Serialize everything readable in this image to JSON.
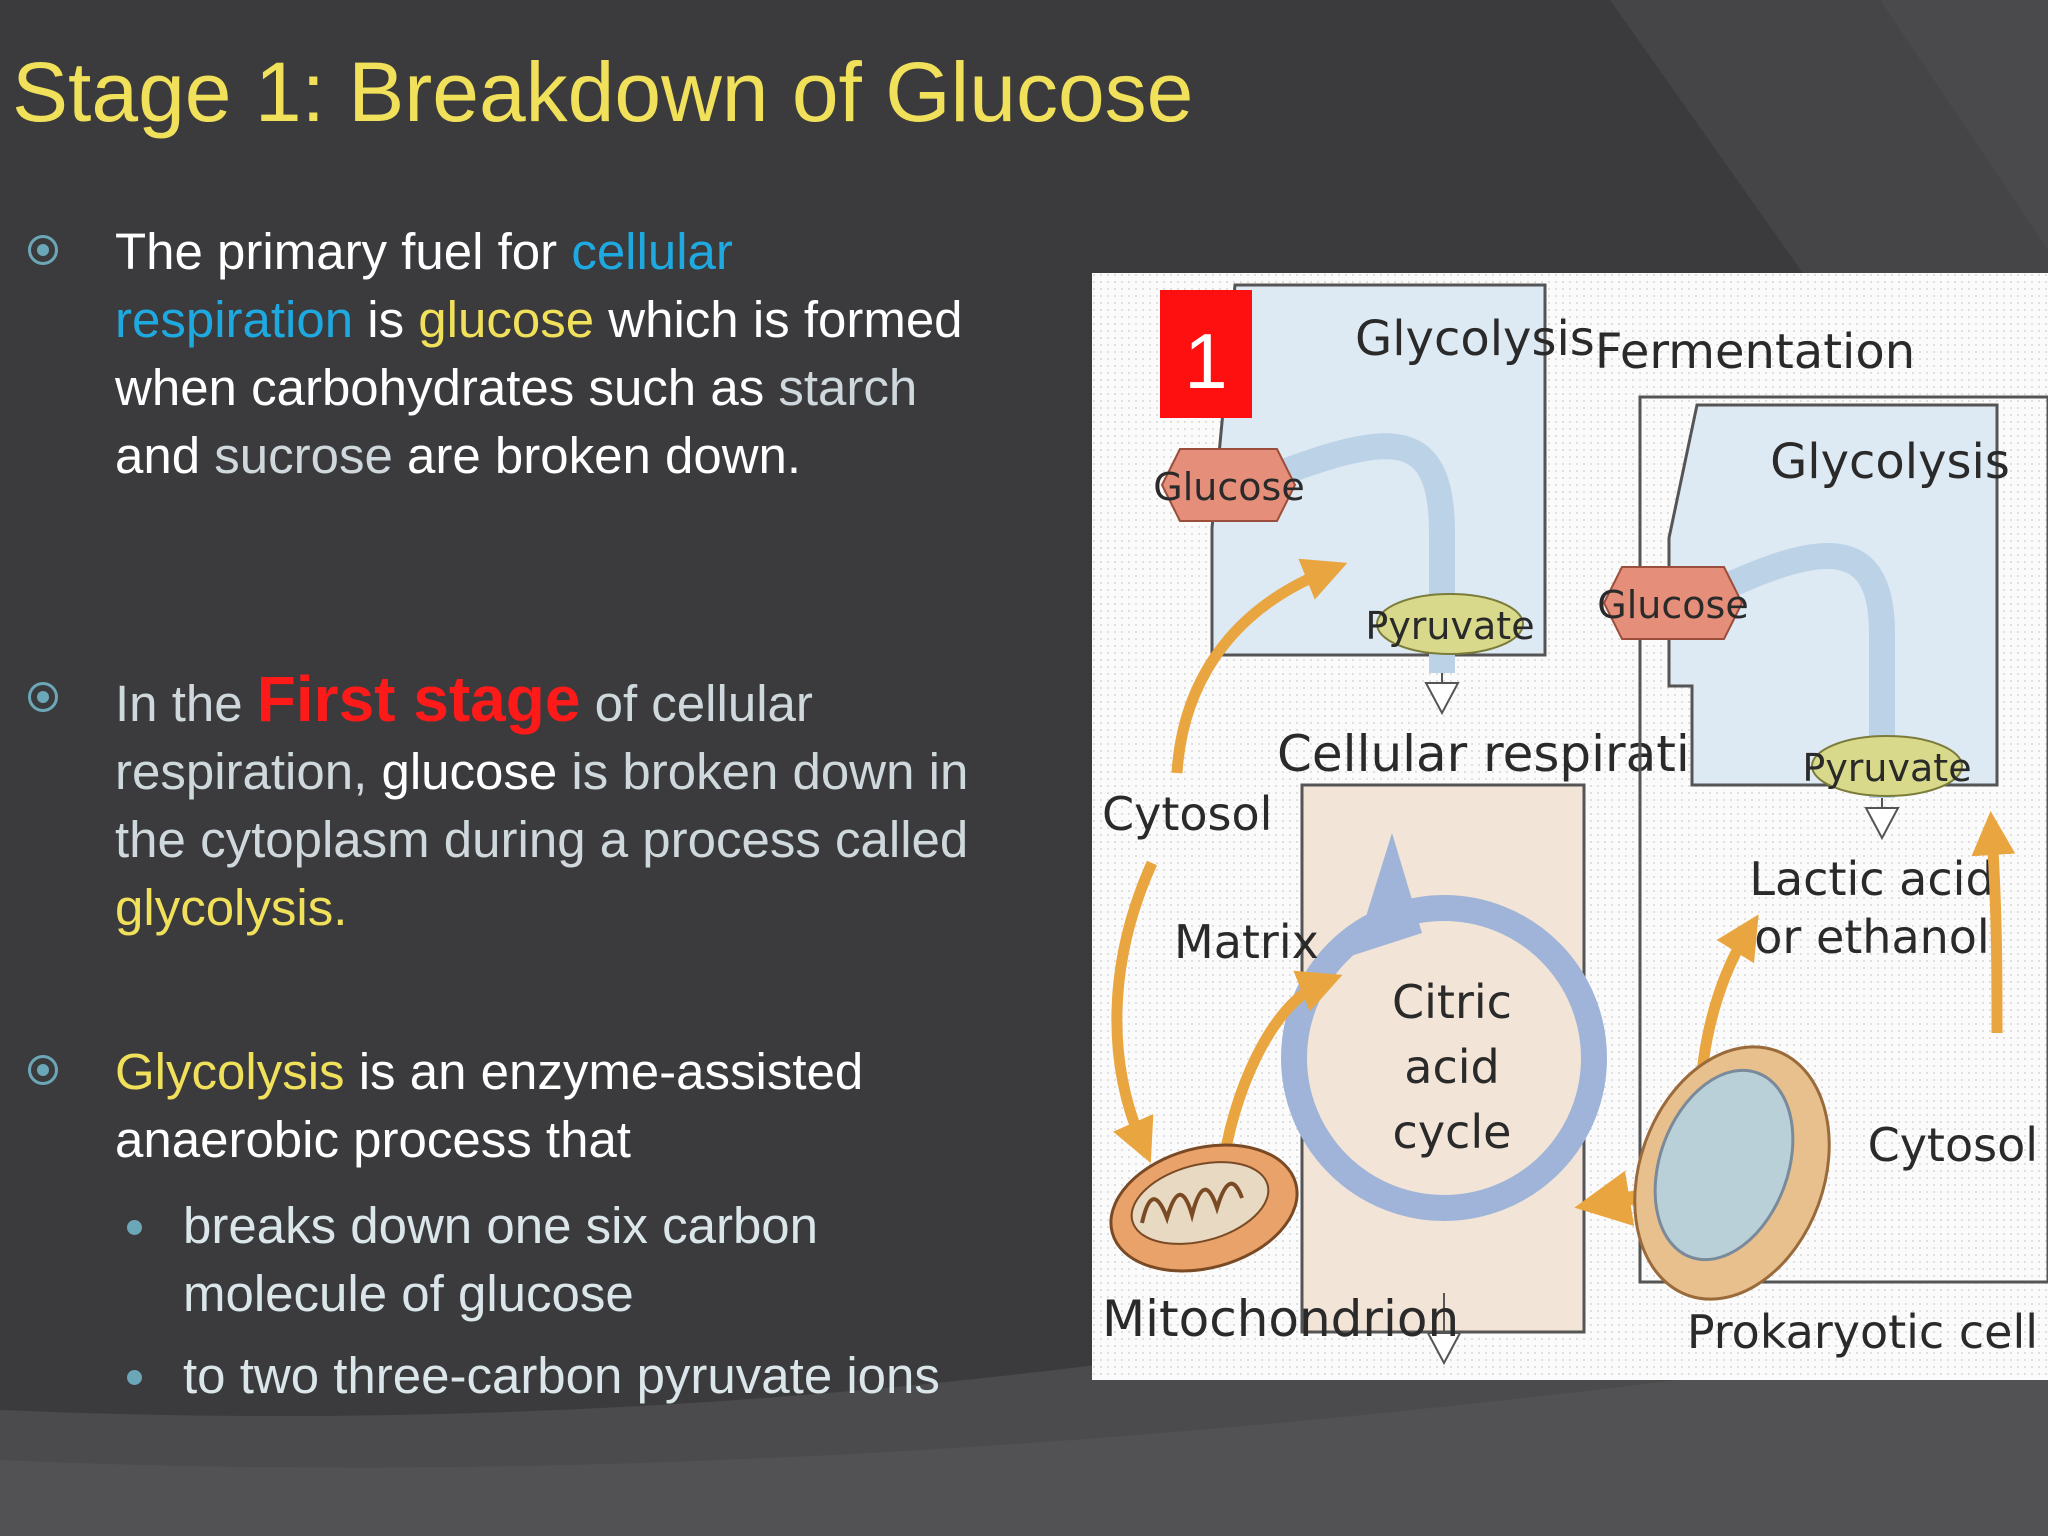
{
  "slide": {
    "title": "Stage 1: Breakdown of Glucose"
  },
  "bullets": [
    {
      "t1": "The primary fuel for ",
      "t2": "cellular respiration",
      "t3": " is ",
      "t4": "glucose",
      "t5": " which is formed when carbohydrates such as ",
      "t6": "starch",
      "t7": " and ",
      "t8": "sucrose",
      "t9": " are broken down."
    },
    {
      "t1": "In the ",
      "t2": "First stage",
      "t3": " of cellular respiration, ",
      "t4": "glucose",
      "t5": " is broken down in the cytoplasm during a process called ",
      "t6": "glycolysis."
    },
    {
      "t1": "Glycolysis",
      "t2": " is an enzyme-assisted anaerobic process that"
    }
  ],
  "sub_bullets": [
    " breaks down one six carbon molecule of glucose",
    "to two three-carbon pyruvate ions"
  ],
  "figure": {
    "number": "1",
    "glycolysis_top": "Glycolysis",
    "glucose_left": "Glucose",
    "pyruvate_left": "Pyruvate",
    "cellular_respiration": "Cellular respiration",
    "cytosol_left": "Cytosol",
    "matrix": "Matrix",
    "citric_1": "Citric",
    "citric_2": "acid",
    "citric_3": "cycle",
    "mitochondrion": "Mitochondrion",
    "fermentation": "Fermentation",
    "glycolysis_right": "Glycolysis",
    "glucose_right": "Glucose",
    "pyruvate_right": "Pyruvate",
    "lactic_1": "Lactic acid",
    "lactic_2": "or ethanol",
    "cytosol_right": "Cytosol",
    "prokaryotic": "Prokaryotic cell"
  },
  "colors": {
    "title": "#f1e05a",
    "link_blue": "#1fa9e1",
    "highlight_yellow": "#f1e05a",
    "emphasis_red": "#ff1a1a",
    "bullet_marker": "#6ca7b7"
  }
}
